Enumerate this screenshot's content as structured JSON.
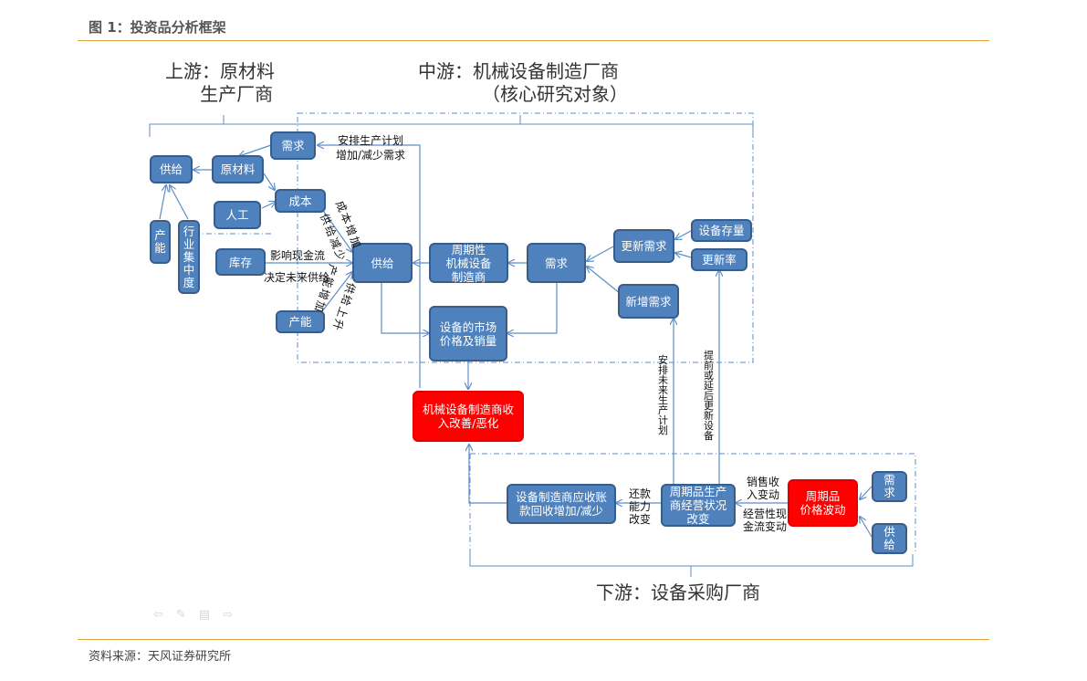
{
  "figure": {
    "title": "图 1：投资品分析框架",
    "source": "资料来源：天风证券研究所"
  },
  "regions": {
    "upstream": "上游：原材料\n      生产厂商",
    "midstream_line1": "中游：机械设备制造厂商",
    "midstream_line2": "（核心研究对象）",
    "downstream": "下游：设备采购厂商"
  },
  "nodes": {
    "upstream_supply": "供给",
    "raw_material": "原材料",
    "demand_top": "需求",
    "cost": "成本",
    "labor": "人工",
    "capacity_v": "产\n能",
    "industry_concentration": "行\n业\n集\n中\n度",
    "inventory": "库存",
    "capacity": "产能",
    "mid_supply": "供给",
    "cyclical_maker": "周期性\n机械设备\n制造商",
    "mid_demand": "需求",
    "renewal_demand": "更新需求",
    "equipment_stock": "设备存量",
    "renewal_rate": "更新率",
    "new_demand": "新增需求",
    "market_price_sales": "设备的市场\n价格及销量",
    "maker_revenue": "机械设备制造商收\n入改善/恶化",
    "receivables": "设备制造商应收账\n款回收增加/减少",
    "cyclical_producer": "周期品生产\n商经营状况\n改变",
    "cyclical_price": "周期品\n价格波动",
    "down_demand": "需\n求",
    "down_supply": "供\n给"
  },
  "labels": {
    "schedule_line1": "安排生产计划",
    "schedule_line2": "增加/减少需求",
    "cashflow_effect": "影响现金流",
    "decide_supply": "决定未来供给",
    "cost_up": "成本增加",
    "supply_down": "供给减少",
    "capacity_up": "产能增加",
    "supply_up": "供给上升",
    "plan_future": "安\n排\n未\n来\n生\n产\n计\n划",
    "advance_delay": "提\n前\n或\n延\n后\n更\n新\n设\n备",
    "repay_change": "还款\n能力\n改变",
    "sales_income": "销售收\n入变动",
    "operating_cash": "经营性现\n金流变动"
  },
  "toolbar": {
    "icons": [
      "prev-arrow-icon",
      "pen-icon",
      "menu-icon",
      "next-arrow-icon"
    ],
    "glyphs": [
      "⇦",
      "✎",
      "▤",
      "⇨"
    ]
  },
  "colors": {
    "node_fill": "#4f81bd",
    "node_border": "#385d8a",
    "highlight": "#ff0000",
    "rule": "#e3a13b",
    "connector": "#5b8ec9"
  }
}
